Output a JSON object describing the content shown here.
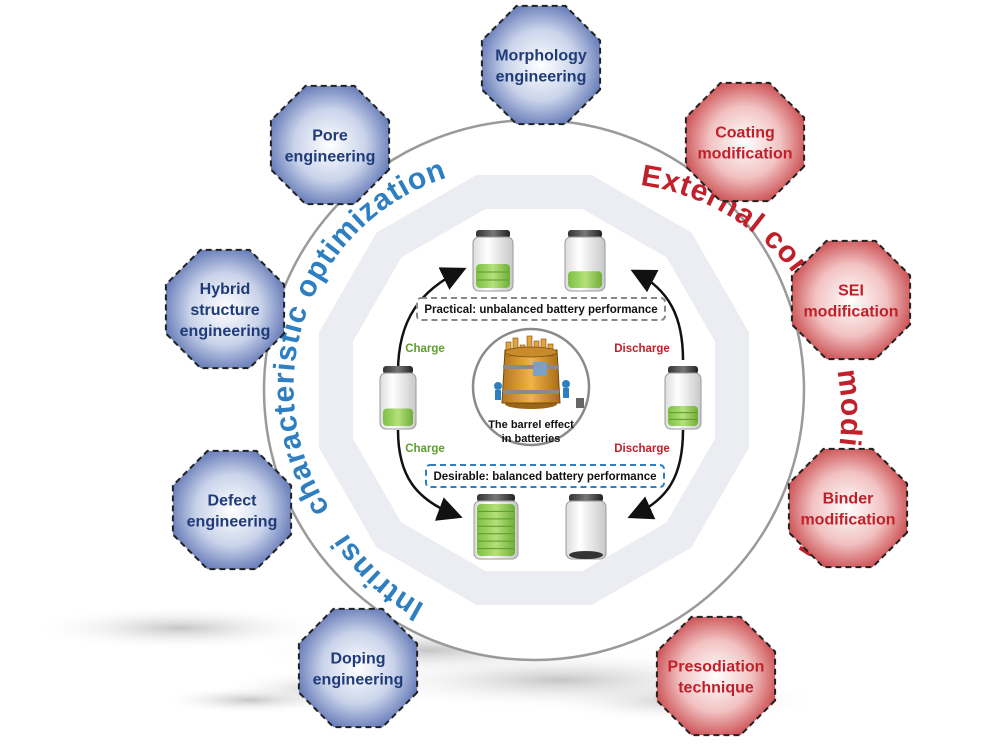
{
  "ring": {
    "left_label": "characteristic optimization",
    "left_low_label": "Intrinsic",
    "right_label": "External condition modification"
  },
  "center": {
    "practical": "Practical: unbalanced battery performance",
    "desirable": "Desirable: balanced battery performance",
    "charge": "Charge",
    "discharge": "Discharge",
    "caption_line1": "The barrel effect",
    "caption_line2": "in batteries"
  },
  "colors": {
    "blue_text": "#1f3b78",
    "red_text": "#c0202a",
    "blue_arc": "#2e7fc1",
    "green_fill": "#8ccf4e"
  },
  "nodes": [
    {
      "id": "morphology",
      "group": "intrinsic",
      "lines": [
        "Morphology",
        "engineering"
      ]
    },
    {
      "id": "pore",
      "group": "intrinsic",
      "lines": [
        "Pore",
        "engineering"
      ]
    },
    {
      "id": "hybrid",
      "group": "intrinsic",
      "lines": [
        "Hybrid",
        "structure",
        "engineering"
      ]
    },
    {
      "id": "defect",
      "group": "intrinsic",
      "lines": [
        "Defect",
        "engineering"
      ]
    },
    {
      "id": "doping",
      "group": "intrinsic",
      "lines": [
        "Doping",
        "engineering"
      ]
    },
    {
      "id": "coating",
      "group": "external",
      "lines": [
        "Coating",
        "modification"
      ]
    },
    {
      "id": "sei",
      "group": "external",
      "lines": [
        "SEI",
        "modification"
      ]
    },
    {
      "id": "binder",
      "group": "external",
      "lines": [
        "Binder",
        "modification"
      ]
    },
    {
      "id": "presodiation",
      "group": "external",
      "lines": [
        "Presodiation",
        "technique"
      ]
    }
  ],
  "batteries": [
    {
      "id": "top-left",
      "level": 0.5,
      "style": "striped"
    },
    {
      "id": "top-right",
      "level": 0.35,
      "style": "solid"
    },
    {
      "id": "left",
      "level": 0.35,
      "style": "solid"
    },
    {
      "id": "right",
      "level": 0.4,
      "style": "striped"
    },
    {
      "id": "bottom-left",
      "level": 1.0,
      "style": "striped"
    },
    {
      "id": "bottom-right",
      "level": 0.05,
      "style": "dark"
    }
  ]
}
